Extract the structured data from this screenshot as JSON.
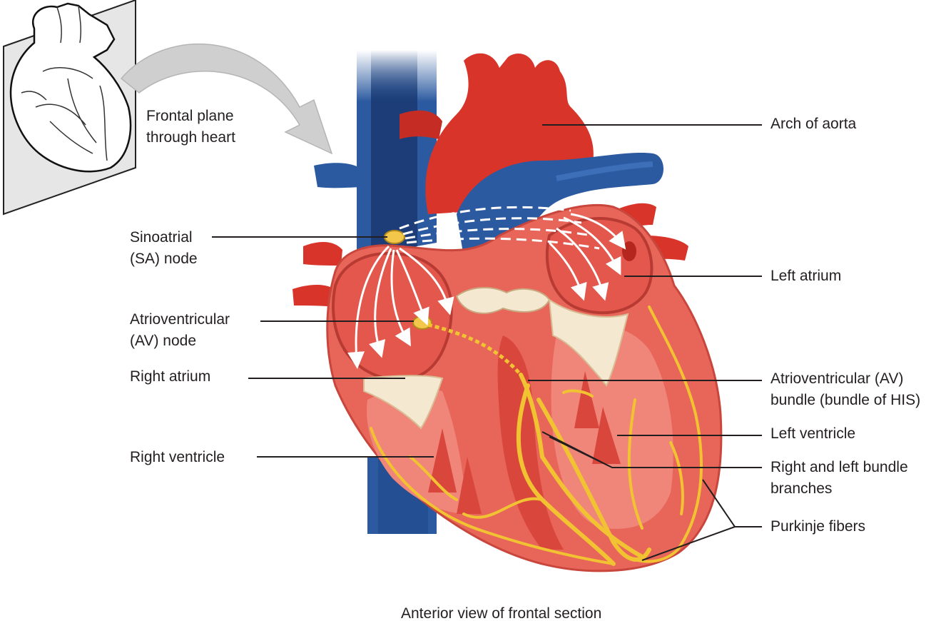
{
  "diagram": {
    "caption": "Anterior view of frontal section",
    "inset_label": [
      "Frontal plane",
      "through heart"
    ],
    "left_labels": [
      {
        "lines": [
          "Sinoatrial",
          "(SA) node"
        ]
      },
      {
        "lines": [
          "Atrioventricular",
          "(AV) node"
        ]
      },
      {
        "lines": [
          "Right atrium"
        ]
      },
      {
        "lines": [
          "Right ventricle"
        ]
      }
    ],
    "right_labels": [
      {
        "lines": [
          "Arch of aorta"
        ]
      },
      {
        "lines": [
          "Left atrium"
        ]
      },
      {
        "lines": [
          "Atrioventricular (AV)",
          "bundle (bundle of HIS)"
        ]
      },
      {
        "lines": [
          "Left ventricle"
        ]
      },
      {
        "lines": [
          "Right and left bundle",
          "branches"
        ]
      },
      {
        "lines": [
          "Purkinje fibers"
        ]
      }
    ]
  },
  "colors": {
    "aorta_red": "#d8342a",
    "myocardium": "#e8655a",
    "chamber_wall": "#f0857a",
    "vein_blue": "#2b5aa0",
    "vein_dark": "#1c3d78",
    "valve_cream": "#f5e8d0",
    "conduction_yellow": "#f1c232",
    "node_yellow": "#f3c74a",
    "leader_line": "#231f20",
    "arrow_gray": "#c9c9c9"
  }
}
